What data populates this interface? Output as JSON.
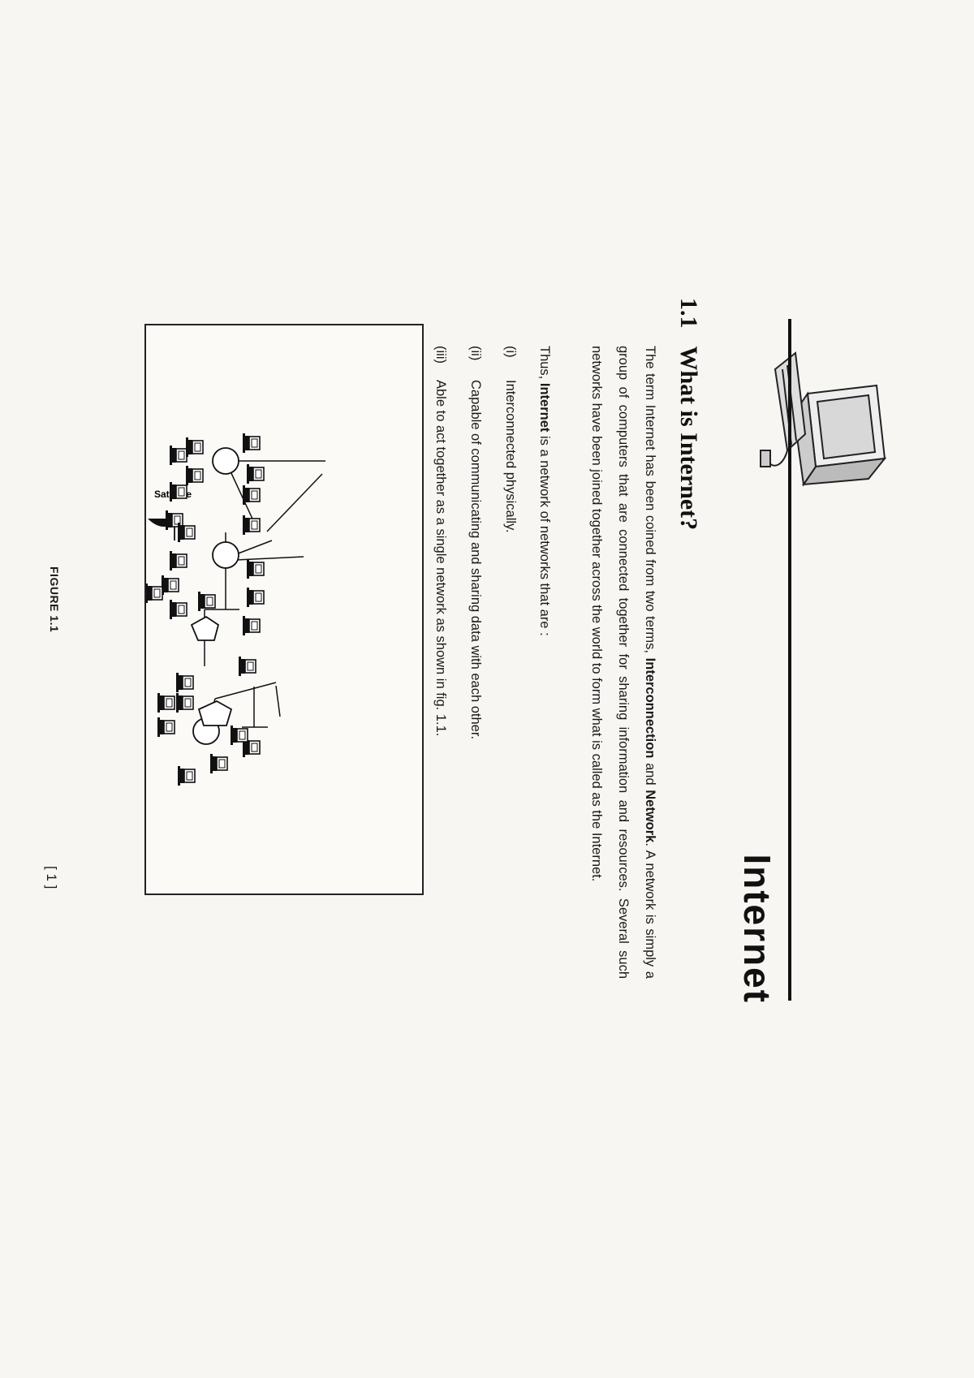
{
  "chapter": {
    "title": "Internet"
  },
  "section": {
    "number": "1.1",
    "title": "What is Internet?"
  },
  "intro": {
    "p1_text1": "The term Internet has been coined from two terms, ",
    "p1_bold1": "Interconnection",
    "p1_text2": " and ",
    "p1_bold2": "Network",
    "p1_text3": ". A network is simply a group of computers that are connected together for sharing information and resources. Several such networks have been joined together across the world to form what is called as the Internet."
  },
  "thus": {
    "text1": "Thus, ",
    "bold": "Internet",
    "text2": " is a network of networks that are :"
  },
  "list": [
    {
      "roman": "(i)",
      "text": "Interconnected physically."
    },
    {
      "roman": "(ii)",
      "text": "Capable of communicating and sharing data with each other."
    },
    {
      "roman": "(iii)",
      "text": "Able to act together as a single network as shown in fig. 1.1."
    }
  ],
  "figure": {
    "satellite_label": "Satellite",
    "caption": "FIGURE 1.1",
    "icons": [
      "computer-icon",
      "satellite-dish-icon",
      "hub-icon",
      "router-icon"
    ]
  },
  "page_number": "[ 1 ]"
}
